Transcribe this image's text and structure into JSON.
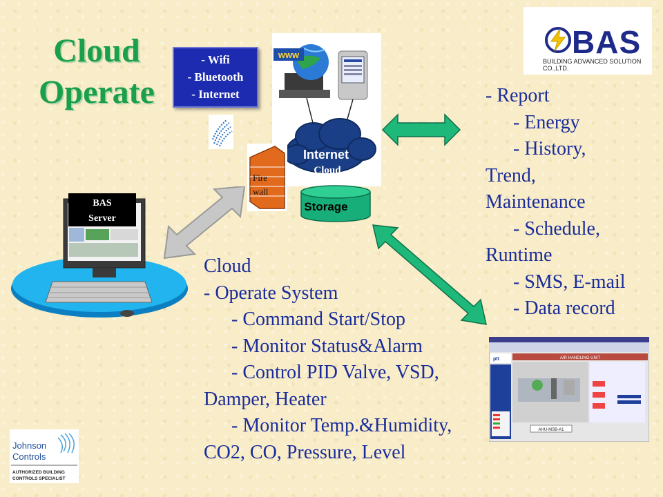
{
  "title": {
    "line1": "Cloud",
    "line2": "Operate"
  },
  "logo": {
    "brand": "BAS",
    "subtitle": "BUILDING ADVANCED SOLUTION CO.,LTD."
  },
  "connectivity": [
    "- Wifi",
    "- Bluetooth",
    "- Internet"
  ],
  "network": {
    "internet": "Internet",
    "cloud": "Cloud",
    "www": "www",
    "storage": "Storage",
    "firewall": [
      "Fire",
      "wall"
    ]
  },
  "server": {
    "line1": "BAS",
    "line2": "Server"
  },
  "report": [
    "-   Report",
    "- Energy",
    "- History,",
    "Trend,",
    "Maintenance",
    "- Schedule,",
    "Runtime",
    "- SMS, E-mail",
    "- Data record"
  ],
  "cloud_ops": [
    "Cloud",
    "-  Operate System",
    "- Command  Start/Stop",
    "- Monitor Status&Alarm",
    "- Control PID Valve, VSD,",
    "Damper, Heater",
    "- Monitor Temp.&Humidity,",
    "CO2, CO, Pressure, Level"
  ],
  "scada": {
    "header": "AIR HANDLING UNIT",
    "tag": "AHU-MSB-A1",
    "brand": "ptt"
  },
  "johnson": {
    "line1": "Johnson",
    "line2": "Controls",
    "line3": "AUTHORIZED BUILDING",
    "line4": "CONTROLS SPECIALIST"
  },
  "colors": {
    "title": "#1aa04a",
    "body_text": "#1a2c9a",
    "arrow": "#1db87a",
    "background": "#f8edc8"
  }
}
